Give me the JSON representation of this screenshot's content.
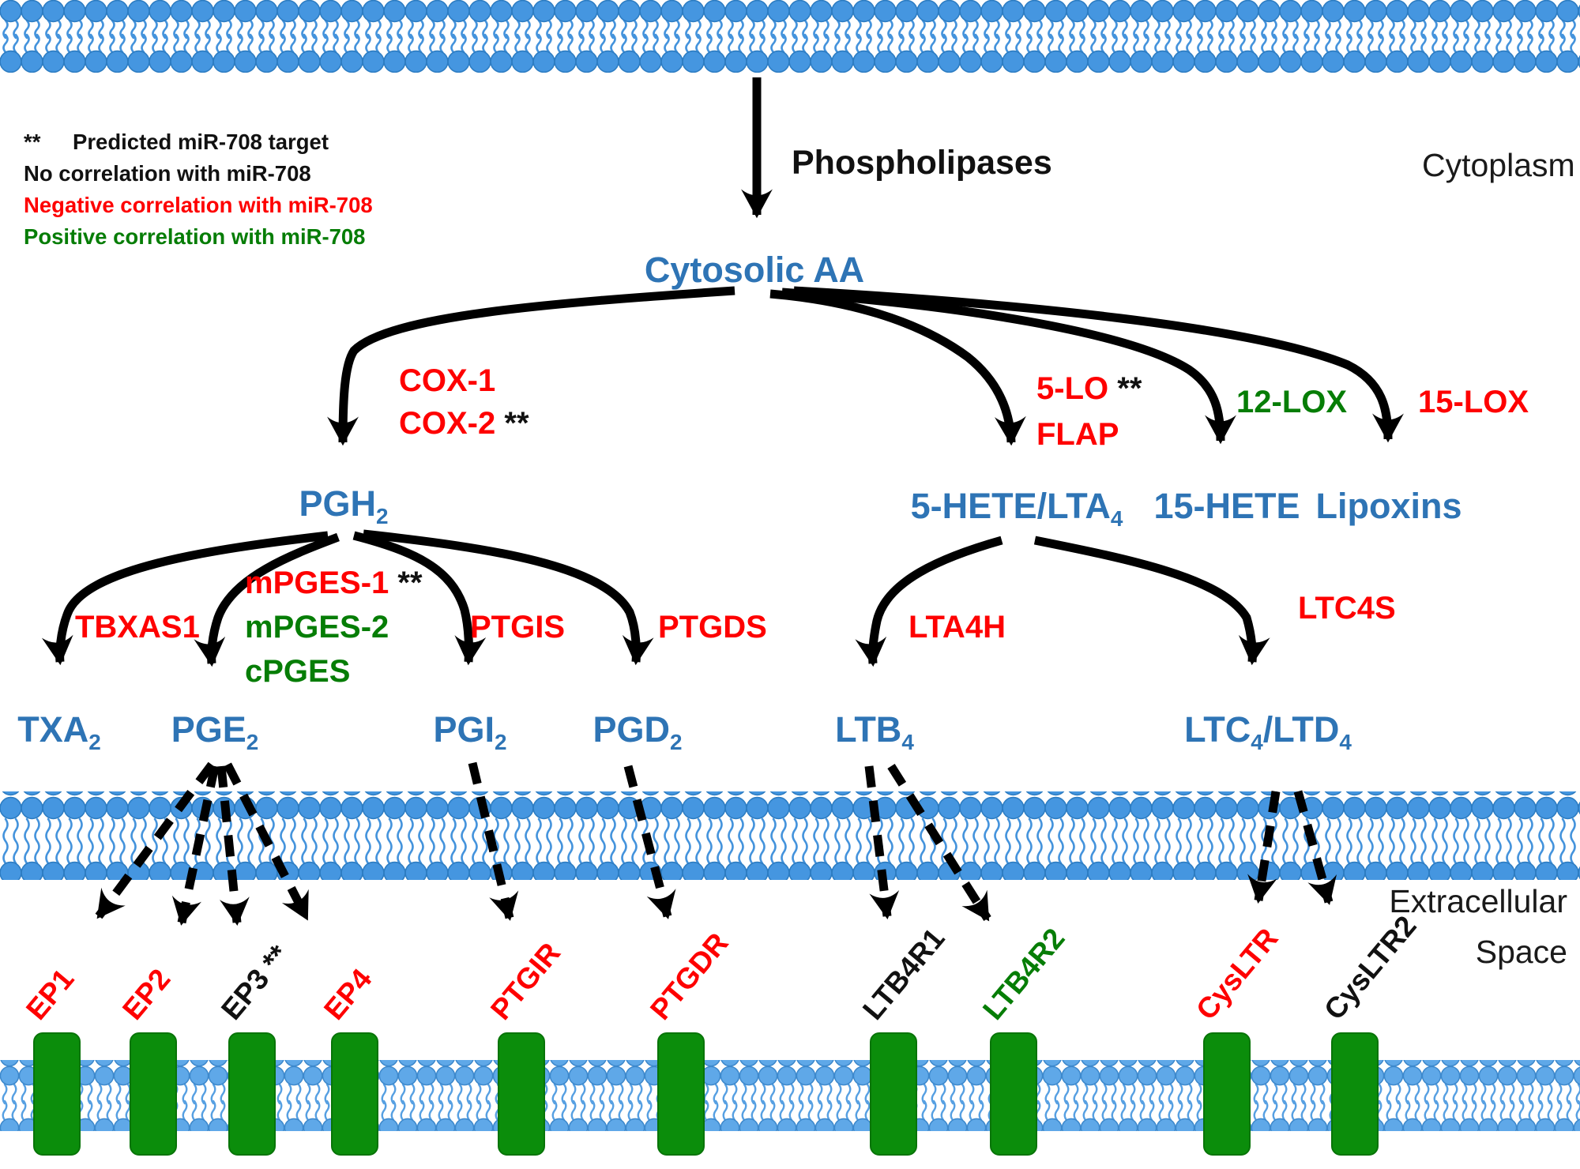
{
  "regions": {
    "cytoplasm": "Cytoplasm",
    "extracellular_line1": "Extracellular",
    "extracellular_line2": "Space"
  },
  "legend": {
    "items": [
      {
        "marker": "**",
        "label": "Predicted miR-708 target",
        "color": "#111111"
      },
      {
        "marker": "",
        "label": "No correlation with miR-708",
        "color": "#111111"
      },
      {
        "marker": "",
        "label": "Negative correlation with miR-708",
        "color": "#FE0000"
      },
      {
        "marker": "",
        "label": "Positive correlation with miR-708",
        "color": "#067D06"
      }
    ]
  },
  "pathway": {
    "phospholipases": "Phospholipases",
    "cytosolic_aa": "Cytosolic AA",
    "nodes": {
      "pgh2": {
        "base": "PGH",
        "sub": "2"
      },
      "hete5": {
        "base": "5-HETE/LTA",
        "sub": "4"
      },
      "hete15": {
        "label": "15-HETE"
      },
      "lipoxins": {
        "label": "Lipoxins"
      },
      "txa2": {
        "base": "TXA",
        "sub": "2"
      },
      "pge2": {
        "base": "PGE",
        "sub": "2"
      },
      "pgi2": {
        "base": "PGI",
        "sub": "2"
      },
      "pgd2": {
        "base": "PGD",
        "sub": "2"
      },
      "ltb4": {
        "base": "LTB",
        "sub": "4"
      },
      "ltc4ltd4": {
        "base1": "LTC",
        "sub1": "4",
        "base2": "/LTD",
        "sub2": "4"
      }
    },
    "enzymes": {
      "cox1": "COX-1",
      "cox2": "COX-2",
      "cox2_stars": "**",
      "fivelo": "5-LO",
      "fivelo_stars": "**",
      "flap": "FLAP",
      "lox12": "12-LOX",
      "lox15": "15-LOX",
      "tbxas1": "TBXAS1",
      "mpges1": "mPGES-1",
      "mpges1_stars": "**",
      "mpges2": "mPGES-2",
      "cpges": "cPGES",
      "ptgis": "PTGIS",
      "ptgds": "PTGDS",
      "lta4h": "LTA4H",
      "ltc4s": "LTC4S"
    }
  },
  "receptors": [
    {
      "label": "EP1",
      "stars": "",
      "correlation_color": "red"
    },
    {
      "label": "EP2",
      "stars": "",
      "correlation_color": "red"
    },
    {
      "label": "EP3",
      "stars": " **",
      "correlation_color": "black"
    },
    {
      "label": "EP4",
      "stars": "",
      "correlation_color": "red"
    },
    {
      "label": "PTGIR",
      "stars": "",
      "correlation_color": "red"
    },
    {
      "label": "PTGDR",
      "stars": "",
      "correlation_color": "red"
    },
    {
      "label": "LTB4R1",
      "stars": "",
      "correlation_color": "black"
    },
    {
      "label": "LTB4R2",
      "stars": "",
      "correlation_color": "green"
    },
    {
      "label": "CysLTR",
      "stars": "",
      "correlation_color": "red"
    },
    {
      "label": "CysLTR2",
      "stars": "",
      "correlation_color": "black"
    }
  ],
  "colors": {
    "node_blue": "#2E74B5",
    "negative_red": "#FE0000",
    "positive_green": "#067D06",
    "no_corr_black": "#111111",
    "membrane_blue": "#4596E0",
    "receptor_green": "#0B8D0B"
  }
}
